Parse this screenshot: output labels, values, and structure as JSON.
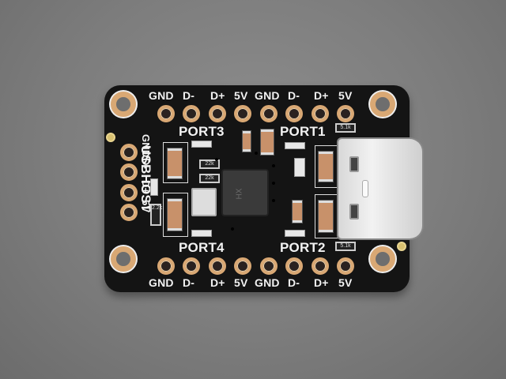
{
  "scene": {
    "description": "Product photo of a black PCB breakout board (USB host / 4-port hub) with USB-C connector on grey background",
    "colors": {
      "background": "#7d7d7d",
      "pcb": "#141414",
      "gold": "#d9a874",
      "silkscreen": "#f2f2f2",
      "capacitor": "#c8916a",
      "usb_shell": "#e0e0e0"
    }
  },
  "silkscreen": {
    "top_pins": [
      "GND",
      "D-",
      "D+",
      "5V",
      "GND",
      "D-",
      "D+",
      "5V"
    ],
    "bottom_pins": [
      "GND",
      "D-",
      "D+",
      "5V",
      "GND",
      "D-",
      "D+",
      "5V"
    ],
    "left_pins": [
      "GND",
      "D-",
      "D+",
      "5V"
    ],
    "left_title": "USBHOST",
    "ports": {
      "port1": "PORT1",
      "port2": "PORT2",
      "port3": "PORT3",
      "port4": "PORT4"
    },
    "resistors": [
      "22k",
      "22k",
      "2.2k",
      "5.1k",
      "5.1k"
    ]
  },
  "chip": {
    "marking": "HX"
  }
}
